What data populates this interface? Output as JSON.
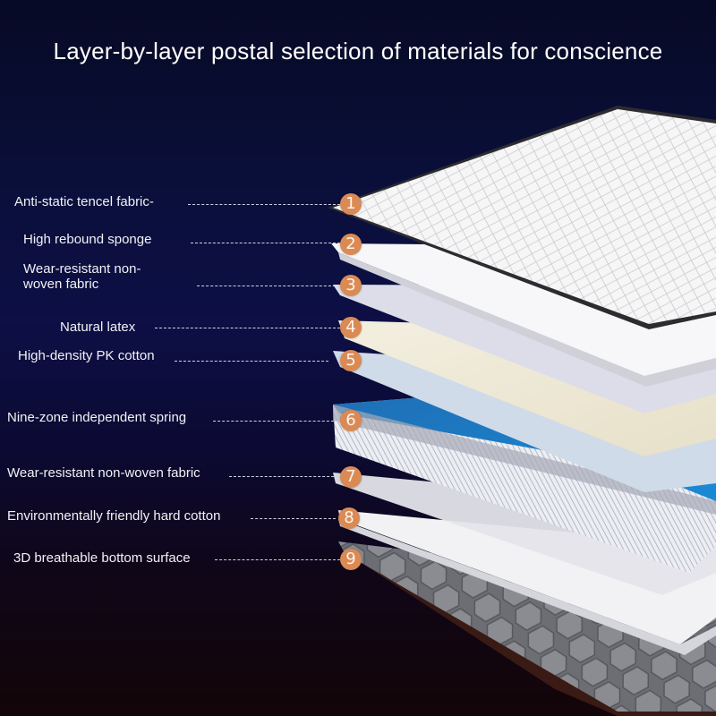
{
  "title": "Layer-by-layer postal selection of materials for conscience",
  "accent_color": "#d98a55",
  "layers": [
    {
      "number": "1",
      "label": "Anti-static tencel fabric-"
    },
    {
      "number": "2",
      "label": "High rebound sponge"
    },
    {
      "number": "3",
      "label_line1": "Wear-resistant non-",
      "label_line2": "woven fabric"
    },
    {
      "number": "4",
      "label": "Natural latex"
    },
    {
      "number": "5",
      "label": "High-density PK cotton"
    },
    {
      "number": "6",
      "label": "Nine-zone independent spring"
    },
    {
      "number": "7",
      "label": "Wear-resistant non-woven fabric"
    },
    {
      "number": "8",
      "label": "Environmentally friendly hard cotton"
    },
    {
      "number": "9",
      "label": "3D breathable bottom surface"
    }
  ]
}
